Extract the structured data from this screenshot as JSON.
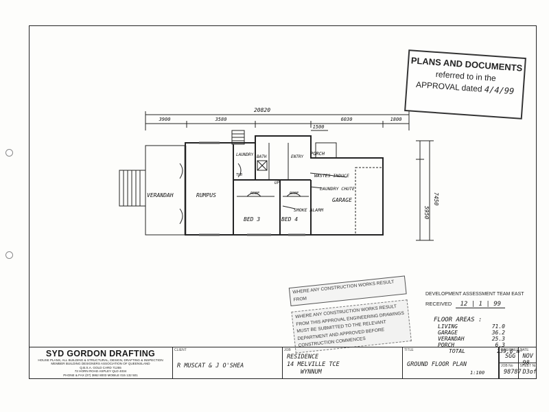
{
  "stamp": {
    "line1": "PLANS AND DOCUMENTS",
    "line2": "referred to in the",
    "line3": "APPROVAL dated",
    "signature": "4/4/99"
  },
  "dimensions": {
    "overall": "20820",
    "d1": "3900",
    "d2": "3580",
    "d3": "6030",
    "d4": "1500",
    "d5": "1800",
    "right1": "7450",
    "right2": "5950"
  },
  "rooms": {
    "verandah": "VERANDAH",
    "rumpus": "RUMPUS",
    "laundry": "LAUNDRY",
    "bath": "BATH",
    "entry": "ENTRY",
    "porch": "PORCH",
    "garage": "GARAGE",
    "bed3": "BED 3",
    "bed4": "BED 4",
    "robe1": "ROBE",
    "robe2": "ROBE",
    "tub": "TUB",
    "up": "UP"
  },
  "notes": {
    "wastes": "WASTES INDUCE",
    "laundry_chute": "LAUNDRY CHUTE",
    "smoke_alarm": "SMOKE ALARM"
  },
  "notice": {
    "top": "WHERE ANY CONSTRUCTION WORKS RESULT FROM",
    "body": "WHERE ANY CONSTRUCTION WORKS RESULT FROM THIS APPROVAL ENGINEERING DRAWINGS MUST BE SUBMITTED TO THE RELEVANT DEPARTMENT AND APPROVED BEFORE CONSTRUCTION COMMENCES"
  },
  "assessment": {
    "team": "DEVELOPMENT ASSESSMENT TEAM EAST",
    "received_label": "RECEIVED",
    "received_value": "12 | 1 | 99"
  },
  "floor_areas": {
    "title": "FLOOR AREAS :",
    "rows": [
      {
        "k": "LIVING",
        "v": "71.0"
      },
      {
        "k": "GARAGE",
        "v": "36.2"
      },
      {
        "k": "VERANDAH",
        "v": "25.3"
      },
      {
        "k": "PORCH",
        "v": "6.3"
      },
      {
        "k": "TOTAL",
        "v": "139.8 m²"
      }
    ]
  },
  "title_block": {
    "firm_name": "SYD GORDON DRAFTING",
    "firm_lines": [
      "HOUSE PLANS, ALL BUILDING & STRUCTURAL, DESIGN, DRAFTING & INSPECTION",
      "MEMBER BUILDING DESIGNERS ASSOCIATION OF QUEENSLAND",
      "Q.B.S.A. GOLD CARD 71255",
      "72 HORN ROAD ASPLEY QLD 4034",
      "PHONE & FAX (07) 3862 8003 MOBILE 015 132 501"
    ],
    "client_label": "CLIENT",
    "client": "R MUSCAT & J O'SHEA",
    "job_label": "JOB",
    "job_lines": [
      "RESIDENCE",
      "14 MELVILLE TCE",
      "WYNNUM"
    ],
    "title_label": "TITLE",
    "title": "GROUND FLOOR PLAN",
    "scale": "1:100",
    "designed_label": "DESIGNED",
    "designed": "SGG",
    "date_label": "DATE",
    "date": "NOV 98",
    "jobno_label": "JOB No",
    "jobno": "98787",
    "sheet_label": "SHEET No",
    "sheet": "D3of"
  }
}
